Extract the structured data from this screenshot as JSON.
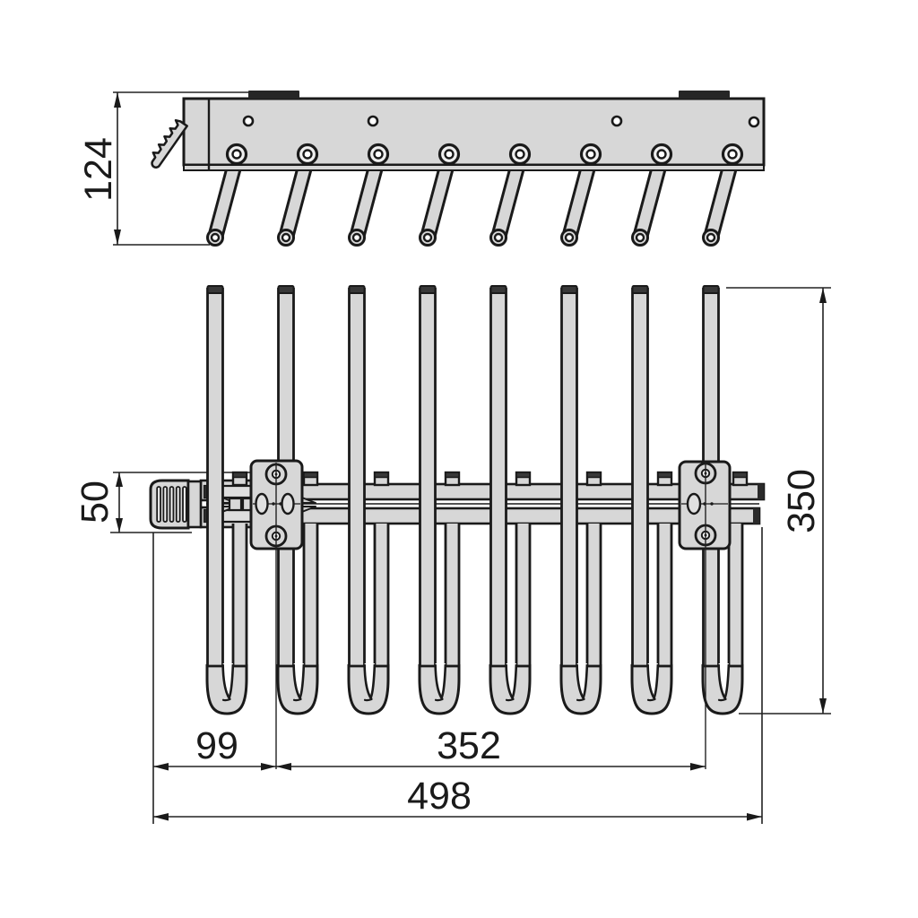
{
  "title": "Pull-out trouser hanger rack - dimensioned technical drawing",
  "dimensions": {
    "side_height": "124",
    "grip_offset": "50",
    "rack_depth": "350",
    "first_span": "99",
    "bracket_span": "352",
    "total_width": "498"
  },
  "drawing": {
    "hanger_count": 8,
    "views": [
      "side-view",
      "plan-view"
    ]
  },
  "colors": {
    "fill_gray": "#d7d7d7",
    "outline": "#1a1a1a",
    "dark_cap": "#383838",
    "tab_dark": "#262626",
    "background": "#ffffff"
  }
}
